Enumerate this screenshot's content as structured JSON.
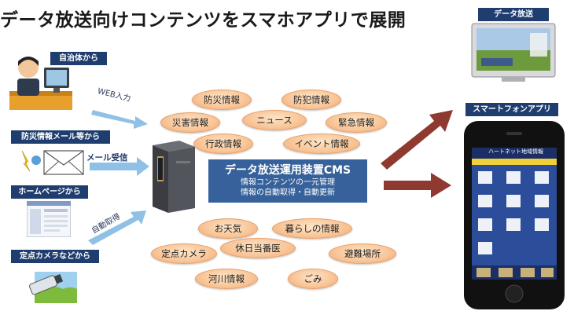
{
  "title": "データ放送向けコンテンツをスマホアプリで展開",
  "sources": {
    "municipality": "自治体から",
    "disaster_mail": "防災情報メール等から",
    "homepage": "ホームページから",
    "fixed_camera": "定点カメラなどから"
  },
  "arrow_labels": {
    "web_input": "WEB入力",
    "mail_receive": "メール受信",
    "auto_fetch": "自動取得"
  },
  "cms": {
    "title": "データ放送運用装置CMS",
    "line1": "情報コンテンツの一元管理",
    "line2": "情報の自動取得・自動更新"
  },
  "top_ovals": [
    "防災情報",
    "防犯情報",
    "災害情報",
    "ニュース",
    "緊急情報",
    "行政情報",
    "イベント情報"
  ],
  "bottom_ovals": [
    "お天気",
    "暮らしの情報",
    "定点カメラ",
    "休日当番医",
    "避難場所",
    "河川情報",
    "ごみ"
  ],
  "outputs": {
    "data_broadcast": "データ放送",
    "smartphone_app": "スマートフォンアプリ"
  },
  "phone_screen": {
    "header": "ハートネット地域情報"
  }
}
